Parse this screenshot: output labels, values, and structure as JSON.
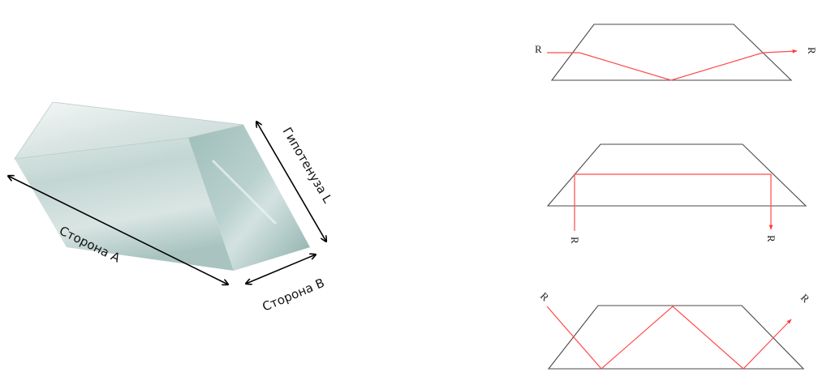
{
  "prism_3d": {
    "labels": {
      "side_a": "Сторона А",
      "side_b": "Сторона В",
      "hypotenuse": "Гипотенуза L"
    },
    "colors": {
      "glass_light": "#e3ecea",
      "glass_mid": "#b9cfcc",
      "glass_dark": "#8fb1ad",
      "dimension_arrow": "#000000"
    }
  },
  "ray_diagrams": {
    "ray_label": "R",
    "colors": {
      "prism_outline": "#4a4a4a",
      "ray": "#ff4a4a"
    }
  }
}
